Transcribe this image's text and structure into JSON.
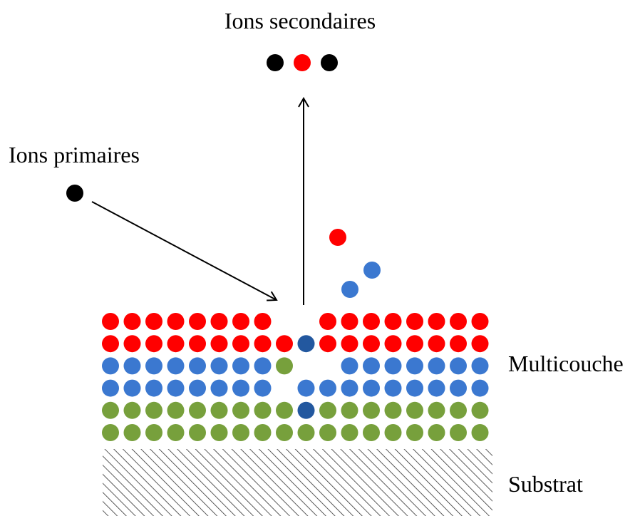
{
  "labels": {
    "secondary_ions": "Ions secondaires",
    "primary_ions": "Ions primaires",
    "multilayer": "Multicouche",
    "substrate": "Substrat"
  },
  "colors": {
    "red_layer": "#ff0000",
    "blue_layer": "#3b78d0",
    "green_layer": "#77a03c",
    "displaced_blue": "#23589f",
    "ion_black": "#000000",
    "arrow": "#000000",
    "hatch": "#333333"
  },
  "layers": [
    {
      "name": "red",
      "color_key": "red_layer"
    },
    {
      "name": "red",
      "color_key": "red_layer"
    },
    {
      "name": "blue",
      "color_key": "blue_layer"
    },
    {
      "name": "blue",
      "color_key": "blue_layer"
    },
    {
      "name": "green",
      "color_key": "green_layer"
    },
    {
      "name": "green",
      "color_key": "green_layer"
    }
  ],
  "grid": {
    "columns": 18
  },
  "lattice_overrides": [
    {
      "row": 0,
      "col": 8,
      "color_key": null
    },
    {
      "row": 0,
      "col": 9,
      "color_key": null
    },
    {
      "row": 1,
      "col": 9,
      "color_key": "displaced_blue"
    },
    {
      "row": 2,
      "col": 9,
      "color_key": null
    },
    {
      "row": 2,
      "col": 10,
      "color_key": null
    },
    {
      "row": 2,
      "col": 8,
      "color_key": "green_layer"
    },
    {
      "row": 3,
      "col": 8,
      "color_key": null
    },
    {
      "row": 4,
      "col": 9,
      "color_key": "displaced_blue"
    }
  ],
  "secondary_ion_colors": [
    "ion_black",
    "red_layer",
    "ion_black"
  ],
  "ejected_particle_colors": [
    "red_layer",
    "blue_layer",
    "blue_layer"
  ]
}
